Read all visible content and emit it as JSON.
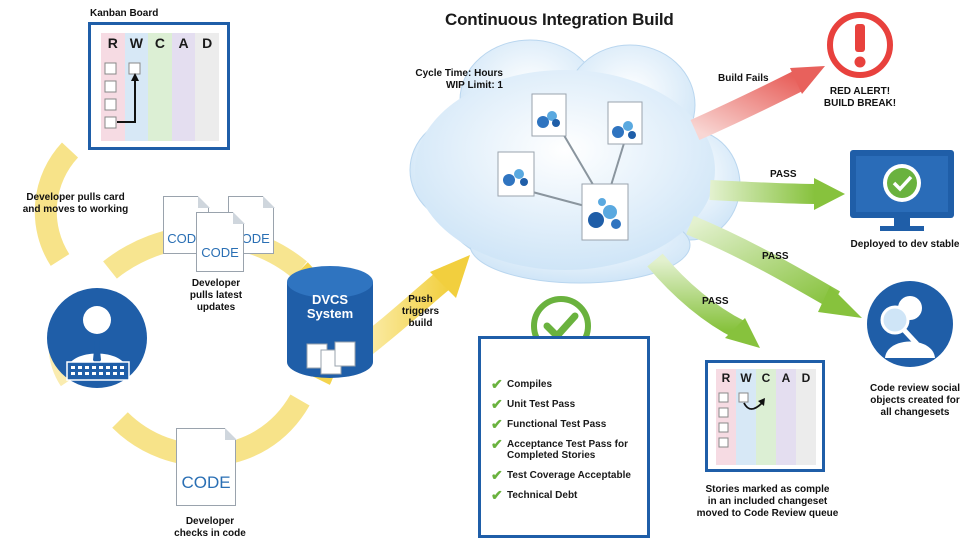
{
  "title": "Continuous Integration Build",
  "kanban_top": {
    "label": "Kanban Board",
    "columns": [
      "R",
      "W",
      "C",
      "A",
      "D"
    ]
  },
  "kanban_bottom": {
    "columns": [
      "R",
      "W",
      "C",
      "A",
      "D"
    ]
  },
  "code_doc_text": "CODE",
  "labels": {
    "pulls_card": [
      "Developer pulls card",
      "and moves to working"
    ],
    "pulls_latest": [
      "Developer",
      "pulls latest",
      "updates"
    ],
    "checks_in": [
      "Developer",
      "checks in code"
    ],
    "push_triggers": [
      "Push",
      "triggers",
      "build"
    ],
    "dvcs": [
      "DVCS",
      "System"
    ],
    "cycle_time": "Cycle Time: Hours",
    "wip_limit": "WIP Limit: 1",
    "build_fails": "Build Fails",
    "red_alert": [
      "RED ALERT!",
      "BUILD BREAK!"
    ],
    "pass": "PASS",
    "deployed": "Deployed to dev stable",
    "code_review": [
      "Code review social",
      "objects created for",
      "all changesets"
    ],
    "stories_marked": [
      "Stories marked as comple",
      "in an included changeset",
      "moved to Code Review queue"
    ]
  },
  "checklist": [
    "Compiles",
    "Unit Test Pass",
    "Functional Test Pass",
    "Acceptance Test Pass for Completed Stories",
    "Test Coverage Acceptable",
    "Technical Debt"
  ],
  "colors": {
    "blue": "#1f5ea8",
    "cycle_yellow": "#f4d44d",
    "fail_red": "#e8413d",
    "pass_green": "#8cc63f",
    "check_green": "#6ab23e",
    "col_r": "#f6dbe3",
    "col_w": "#d7e8f6",
    "col_c": "#dcefd4",
    "col_a": "#e4def0",
    "col_d": "#ececec"
  }
}
